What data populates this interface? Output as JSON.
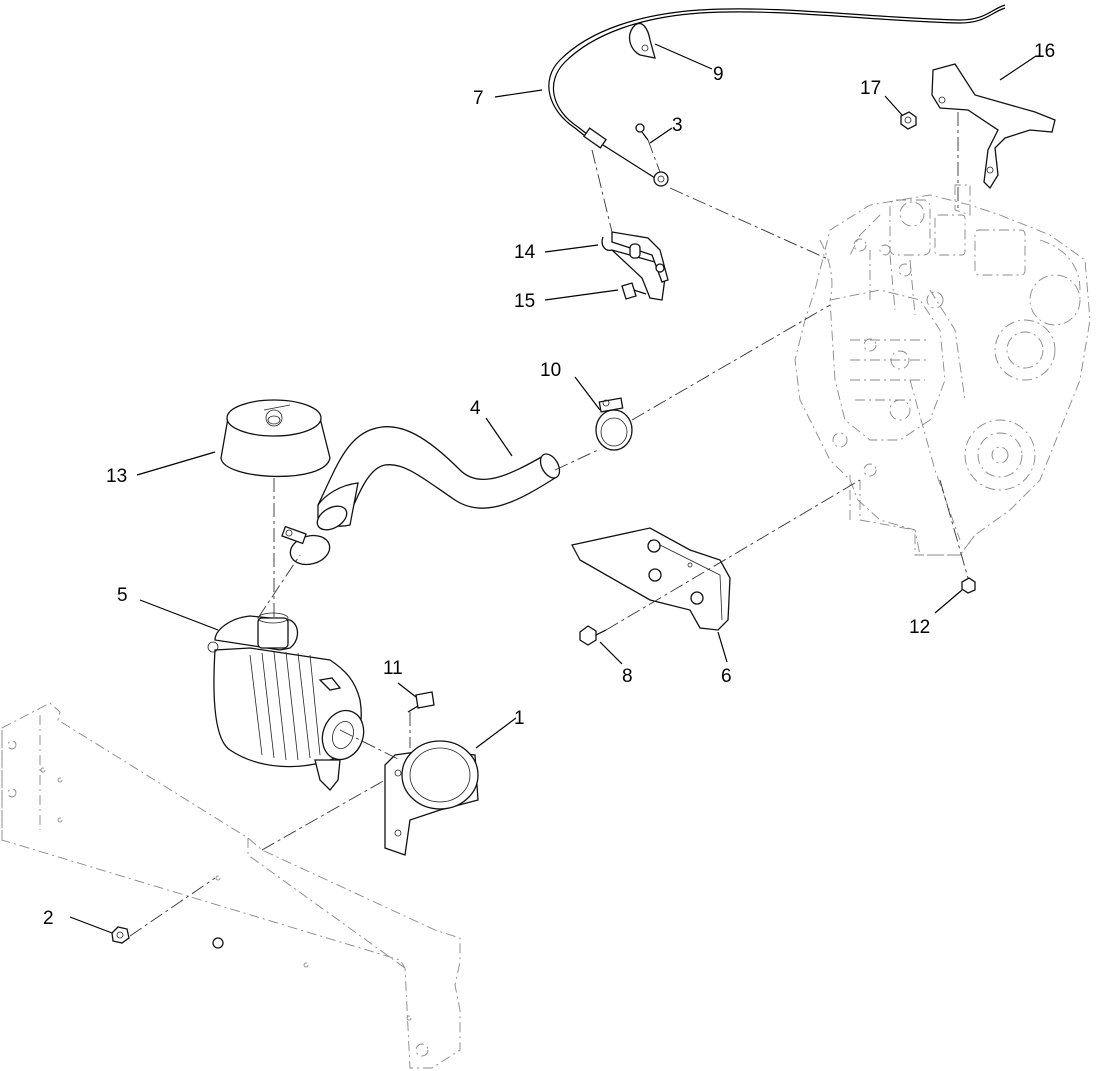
{
  "callouts": [
    {
      "id": "1"
    },
    {
      "id": "2"
    },
    {
      "id": "3"
    },
    {
      "id": "4"
    },
    {
      "id": "5"
    },
    {
      "id": "6"
    },
    {
      "id": "7"
    },
    {
      "id": "8"
    },
    {
      "id": "9"
    },
    {
      "id": "10"
    },
    {
      "id": "11"
    },
    {
      "id": "12"
    },
    {
      "id": "13"
    },
    {
      "id": "14"
    },
    {
      "id": "15"
    },
    {
      "id": "16"
    },
    {
      "id": "17"
    }
  ],
  "colors": {
    "line": "#000000",
    "background": "#ffffff",
    "phantom": "#888888"
  }
}
